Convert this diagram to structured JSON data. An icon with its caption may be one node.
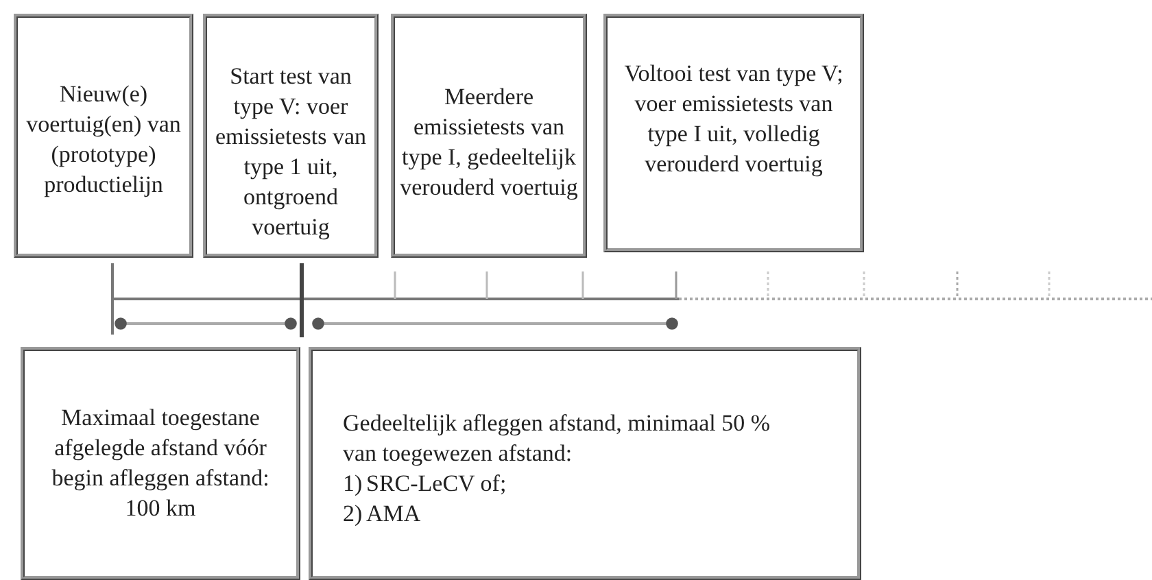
{
  "diagram": {
    "nodes": [
      {
        "text": [
          "Nieuw(e) voertuig(en) van (prototype) productielijn"
        ]
      },
      {
        "text": [
          "Start test van type V: voer emissietests van type 1 uit, ontgroend voertuig"
        ]
      },
      {
        "text": [
          "Meerdere emissietests van type I, gedeeltelijk verouderd voertuig"
        ]
      },
      {
        "text": [
          "Voltooi test van type V; voer emissietests van type I uit, volledig verouderd voertuig"
        ]
      },
      {
        "text": [
          "Maximaal toegestane afgelegde afstand vóór begin afleggen afstand: 100 km"
        ]
      },
      {
        "text": [
          "Gedeeltelijk afleggen afstand, minimaal 50 % van toegewezen afstand:",
          "1)\tSRC-LeCV of;",
          "2)\tAMA"
        ]
      }
    ]
  }
}
